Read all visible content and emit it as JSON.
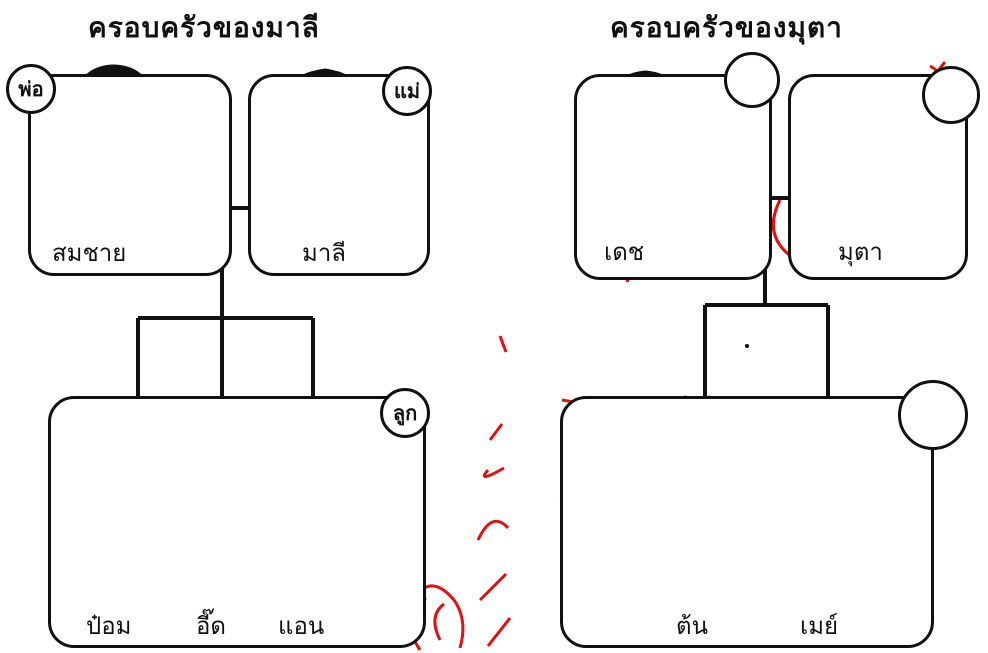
{
  "left_family": {
    "title": "ครอบครัวของมาลี",
    "father": {
      "badge": "พ่อ",
      "name": "สมชาย"
    },
    "mother": {
      "badge": "แม่",
      "name": "มาลี"
    },
    "children_group": {
      "badge": "ลูก",
      "names": [
        "ป๋อม",
        "อี๊ด",
        "แอน"
      ]
    }
  },
  "right_family": {
    "title": "ครอบครัวของมุตา",
    "father": {
      "badge": "",
      "name": "เดช"
    },
    "mother": {
      "badge": "",
      "name": "มุตา"
    },
    "children_group": {
      "badge": "",
      "names": [
        "ต้น",
        "เมย์"
      ]
    }
  },
  "colors": {
    "ink": "#111111",
    "annotation_red": "#e01010",
    "paper": "#ffffff"
  }
}
